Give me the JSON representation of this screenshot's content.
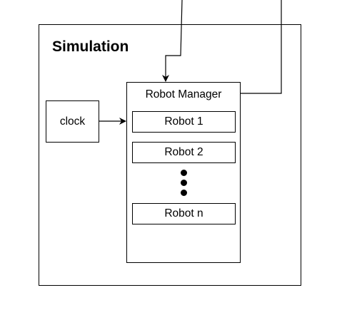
{
  "simulation": {
    "title": "Simulation"
  },
  "robot_manager": {
    "title": "Robot Manager",
    "robots": [
      "Robot 1",
      "Robot 2",
      "Robot n"
    ]
  },
  "clock": {
    "label": "clock"
  }
}
